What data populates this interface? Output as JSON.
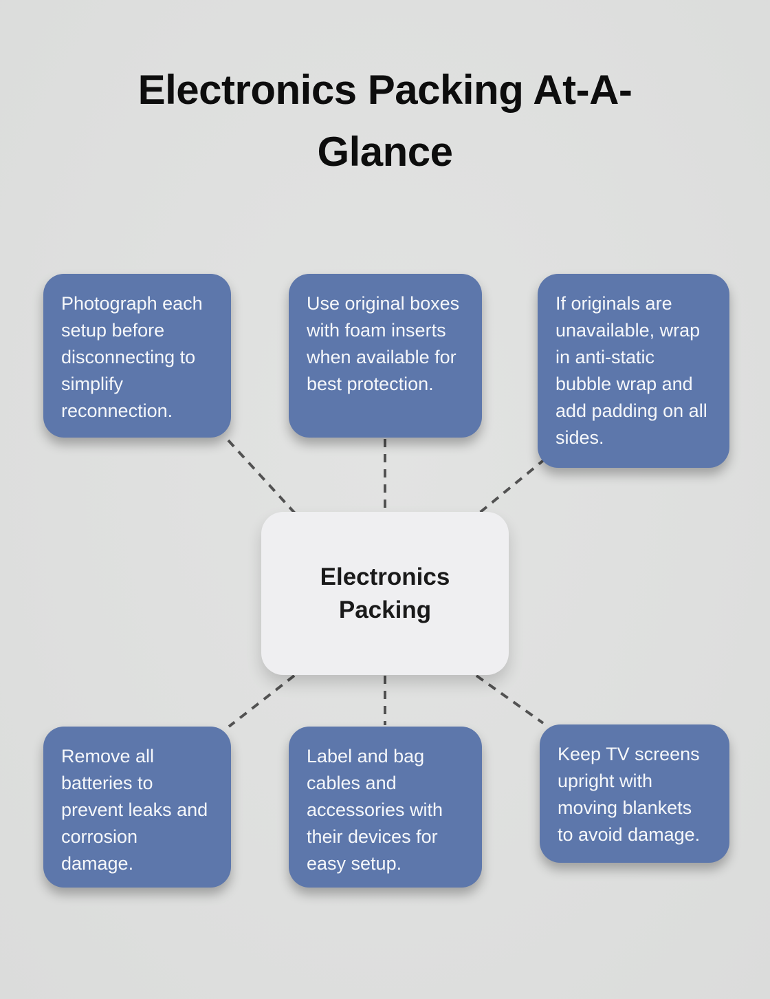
{
  "page": {
    "title": "Electronics Packing At-A-Glance",
    "background_color": "#dedfde"
  },
  "diagram": {
    "type": "hub-and-spoke",
    "center": {
      "label": "Electronics Packing"
    },
    "nodes": [
      {
        "id": "top-left",
        "text": "Photograph each setup before disconnecting to simplify reconnection."
      },
      {
        "id": "top-middle",
        "text": "Use original boxes with foam inserts when available for best protection."
      },
      {
        "id": "top-right",
        "text": "If originals are unavailable, wrap in anti-static bubble wrap and add padding on all sides."
      },
      {
        "id": "bottom-left",
        "text": "Remove all batteries to prevent leaks and corrosion damage."
      },
      {
        "id": "bottom-middle",
        "text": "Label and bag cables and accessories with their devices for easy setup."
      },
      {
        "id": "bottom-right",
        "text": "Keep TV screens upright with moving blankets to avoid damage."
      }
    ],
    "colors": {
      "node_fill": "#5d77ab",
      "node_text": "#f5f7fa",
      "center_fill": "#efeff1",
      "center_text": "#1a1a1a",
      "connector": "#525252",
      "title_text": "#0d0d0d"
    },
    "connector_style": "dashed"
  }
}
